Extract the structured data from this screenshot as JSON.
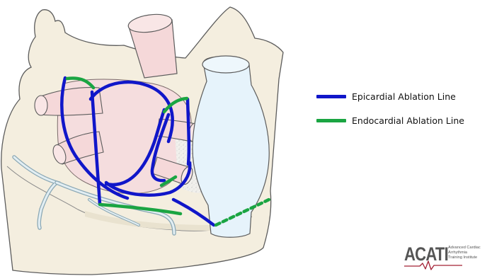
{
  "legend": [
    {
      "label": "Epicardial Ablation Line",
      "color": "#1016c9"
    },
    {
      "label": "Endocardial Ablation Line",
      "color": "#1aa542"
    }
  ],
  "logo": {
    "text": "ACATI",
    "subtitle_lines": [
      "Advanced Cardiac",
      "Arrhythmia",
      "Training Institute"
    ],
    "accent_color": "#a32035"
  },
  "colors": {
    "heart_fill": "#f4eedf",
    "heart_outline": "#5c5c5c",
    "pulmonary_vein_fill": "#f5d8d9",
    "vena_cava_fill": "#e6f3fb",
    "epicardial_line": "#1016c9",
    "endocardial_line": "#1aa542"
  }
}
